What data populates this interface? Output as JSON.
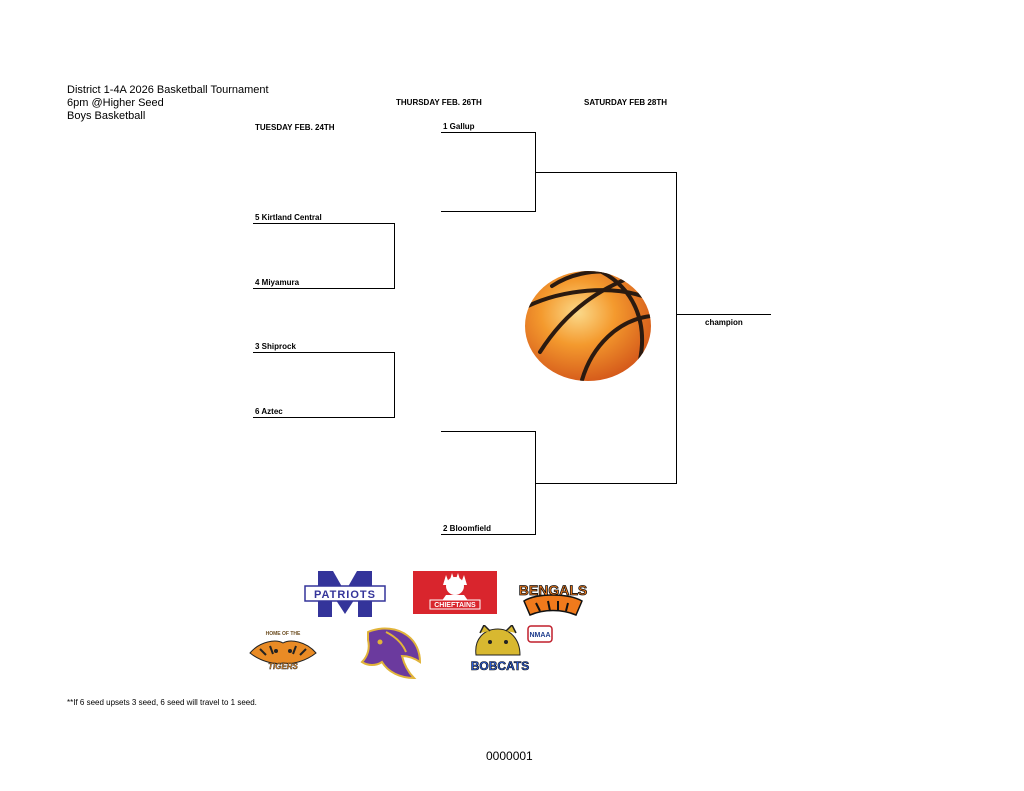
{
  "header": {
    "title": "District 1-4A 2026 Basketball Tournament",
    "time": "6pm @Higher Seed",
    "division": "Boys Basketball"
  },
  "rounds": {
    "tuesday": "TUESDAY FEB. 24TH",
    "thursday": "THURSDAY FEB. 26TH",
    "saturday": "SATURDAY FEB 28TH"
  },
  "teams": {
    "gallup": "1  Gallup",
    "kirtland": "5 Kirtland Central",
    "miyamura": "4 Miyamura",
    "shiprock": "3  Shiprock",
    "aztec": "6 Aztec",
    "bloomfield": "2  Bloomfield"
  },
  "champion_label": "champion",
  "logos": {
    "patriots": "PATRIOTS",
    "chieftains": "CHIEFTAINS",
    "bengals": "BENGALS",
    "tigers_top": "HOME OF THE",
    "tigers": "TIGERS",
    "bobcats": "BOBCATS",
    "nmaa": "NMAA"
  },
  "footnote": "**If 6 seed upsets 3 seed, 6 seed will travel to 1 seed.",
  "document_number": "0000001"
}
